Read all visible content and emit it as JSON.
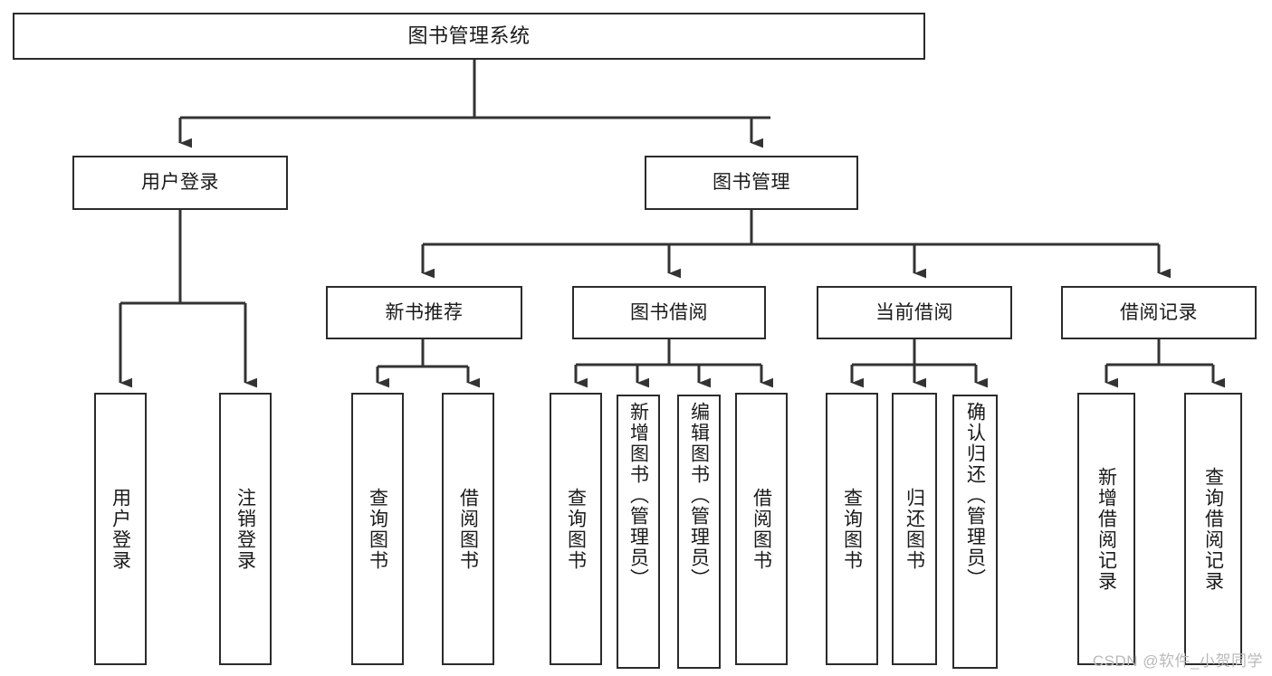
{
  "diagram": {
    "title": "图书管理系统",
    "type": "hierarchy-tree",
    "colors": {
      "box_border": "#2b2b2b",
      "box_fill": "#ffffff",
      "connector": "#333333",
      "text": "#1a1a1a",
      "watermark": "#b9b9b9"
    },
    "root": {
      "label": "图书管理系统"
    },
    "level2": [
      {
        "label": "用户登录"
      },
      {
        "label": "图书管理"
      }
    ],
    "level3": [
      {
        "label": "新书推荐"
      },
      {
        "label": "图书借阅"
      },
      {
        "label": "当前借阅"
      },
      {
        "label": "借阅记录"
      }
    ],
    "leaves": {
      "user_login": [
        {
          "label": "用户登录"
        },
        {
          "label": "注销登录"
        }
      ],
      "new_book_recommend": [
        {
          "label": "查询图书"
        },
        {
          "label": "借阅图书"
        }
      ],
      "book_borrow": [
        {
          "label": "查询图书"
        },
        {
          "label": "新增图书（管理员）"
        },
        {
          "label": "编辑图书（管理员）"
        },
        {
          "label": "借阅图书"
        }
      ],
      "current_borrow": [
        {
          "label": "查询图书"
        },
        {
          "label": "归还图书"
        },
        {
          "label": "确认归还（管理员）"
        }
      ],
      "borrow_record": [
        {
          "label": "新增借阅记录"
        },
        {
          "label": "查询借阅记录"
        }
      ]
    }
  },
  "watermark": {
    "text": "CSDN @软件_小贺同学"
  }
}
